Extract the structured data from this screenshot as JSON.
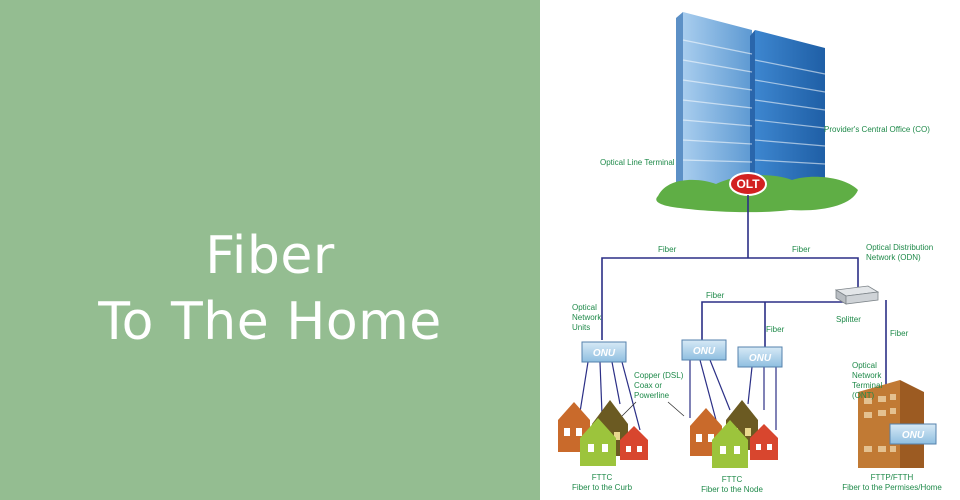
{
  "hero": {
    "title_line1": "Fiber",
    "title_line2": "To The Home",
    "background": "#94bd91"
  },
  "diagram": {
    "olt": "OLT",
    "labels": {
      "optical_line_terminal": "Optical Line Terminal",
      "central_office": "Provider's Central Office (CO)",
      "fiber_1": "Fiber",
      "fiber_2": "Fiber",
      "odn_line1": "Optical Distribution",
      "odn_line2": "Network (ODN)",
      "fiber_3": "Fiber",
      "splitter": "Splitter",
      "fiber_4": "Fiber",
      "fiber_5": "Fiber",
      "onu_units_line1": "Optical",
      "onu_units_line2": "Network",
      "onu_units_line3": "Units",
      "copper_line1": "Copper (DSL)",
      "copper_line2": "Coax or",
      "copper_line3": "Powerline",
      "ont_line1": "Optical",
      "ont_line2": "Network",
      "ont_line3": "Terminal",
      "ont_line4": "(ONT)"
    },
    "onu_label": "ONU",
    "captions": {
      "fttc_curb_title": "FTTC",
      "fttc_curb_sub": "Fiber to the Curb",
      "fttc_node_title": "FTTC",
      "fttc_node_sub": "Fiber to the Node",
      "fttp_title": "FTTP/FTTH",
      "fttp_sub": "Fiber to the Permises/Home"
    },
    "colors": {
      "fiber_line": "#2b2f86",
      "label_green": "#1f8a4a",
      "tower_light": "#7fb0dc",
      "tower_dark": "#2e78c2",
      "grass": "#5fae45",
      "olt_red": "#d22121",
      "onu_box": "#a9cce6"
    }
  }
}
